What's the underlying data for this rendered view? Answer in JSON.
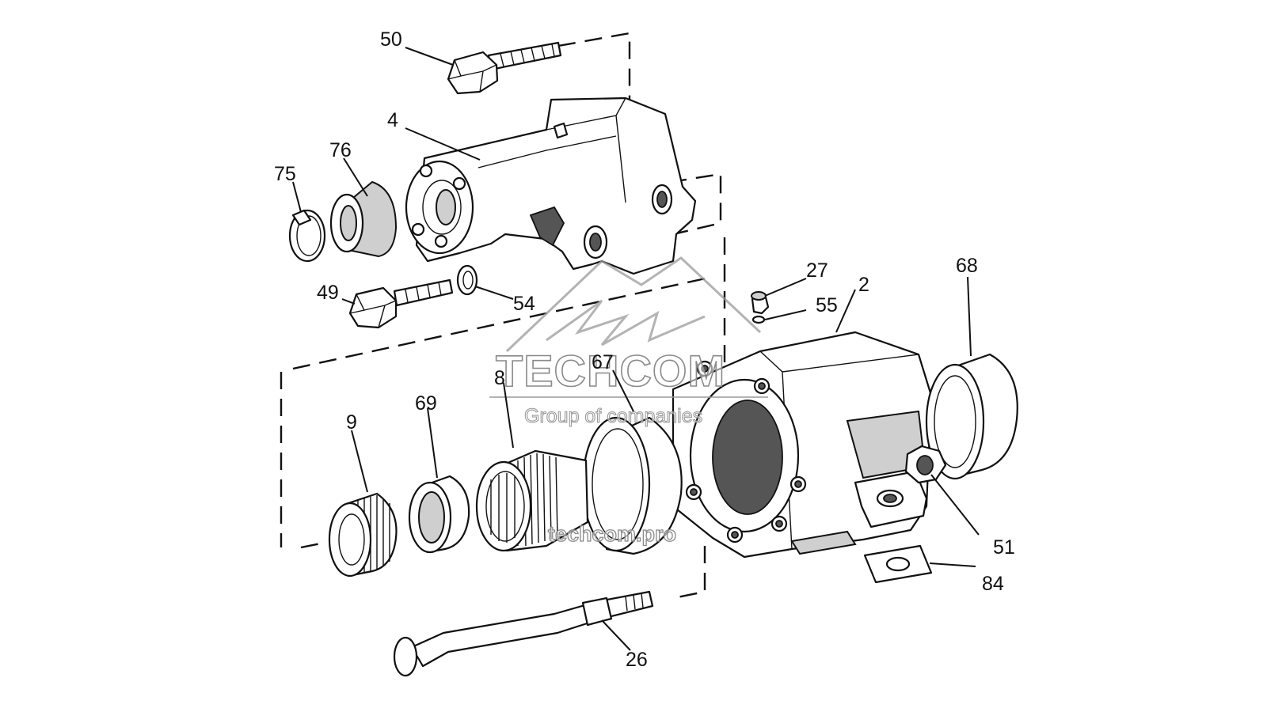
{
  "diagram": {
    "callouts": {
      "c50": "50",
      "c4": "4",
      "c76": "76",
      "c75": "75",
      "c49": "49",
      "c54": "54",
      "c27": "27",
      "c55": "55",
      "c2": "2",
      "c68": "68",
      "c67": "67",
      "c8": "8",
      "c69": "69",
      "c9": "9",
      "c51": "51",
      "c84": "84",
      "c26": "26"
    }
  },
  "watermark": {
    "brand": "TECHCOM",
    "tagline": "Group of companies",
    "url": "techcom.pro",
    "logo_icon": "mountain-logo-icon"
  },
  "colors": {
    "line": "#111111",
    "shading": "#cfcfcf",
    "watermark": "#8a8a8a"
  }
}
